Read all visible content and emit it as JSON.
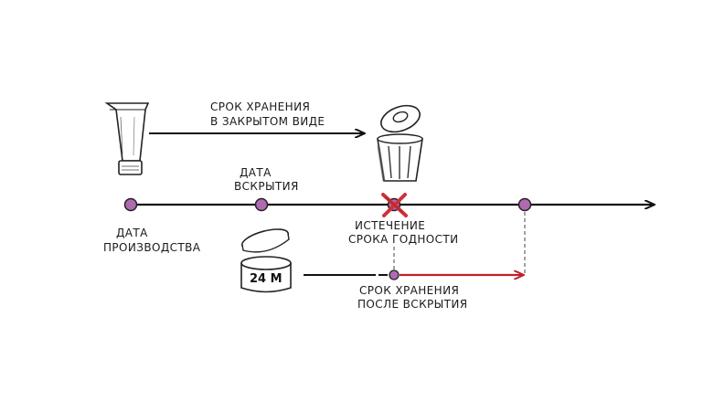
{
  "labels": {
    "closed_shelf_life_line1": "СРОК ХРАНЕНИЯ",
    "closed_shelf_life_line2": "В ЗАКРЫТОМ ВИДЕ",
    "opening_date_line1": "ДАТА",
    "opening_date_line2": "ВСКРЫТИЯ",
    "production_date_line1": "ДАТА",
    "production_date_line2": "ПРОИЗВОДСТВА",
    "expiry_line1": "ИСТЕЧЕНИЕ",
    "expiry_line2": "СРОКА ГОДНОСТИ",
    "after_opening_line1": "СРОК ХРАНЕНИЯ",
    "after_opening_line2": "ПОСЛЕ ВСКРЫТИЯ",
    "jar_pao": "24 M"
  },
  "icons": {
    "tube": "cosmetic-tube-icon",
    "trash": "trash-can-icon",
    "jar": "cosmetic-jar-icon",
    "expired_mark": "red-cross-icon"
  },
  "colors": {
    "line": "#111111",
    "marker_fill": "#b06ab0",
    "after_opening_arrow": "#c0202a",
    "cross": "#d0303a"
  }
}
